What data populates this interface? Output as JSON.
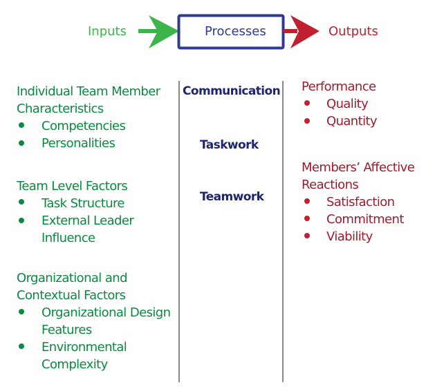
{
  "colors": {
    "inputs": "#3db54a",
    "inputs_text": "#0a8a3f",
    "processes": "#2e3a93",
    "processes_text": "#1e2470",
    "outputs": "#c0202f",
    "outputs_text": "#9e1b2c"
  },
  "flow": {
    "inputs": "Inputs",
    "processes": "Processes",
    "outputs": "Outputs"
  },
  "inputs": {
    "groups": [
      {
        "title": [
          "Individual Team Member",
          "Characteristics"
        ],
        "items": [
          [
            "Competencies"
          ],
          [
            "Personalities"
          ]
        ]
      },
      {
        "title": [
          "Team Level Factors"
        ],
        "items": [
          [
            "Task Structure"
          ],
          [
            "External Leader",
            "Influence"
          ]
        ]
      },
      {
        "title": [
          "Organizational and",
          "Contextual Factors"
        ],
        "items": [
          [
            "Organizational Design",
            "Features"
          ],
          [
            "Environmental",
            "Complexity"
          ]
        ]
      }
    ]
  },
  "processes": {
    "items": [
      "Communication",
      "Taskwork",
      "Teamwork"
    ]
  },
  "outputs": {
    "groups": [
      {
        "title": [
          "Performance"
        ],
        "items": [
          "Quality",
          "Quantity"
        ]
      },
      {
        "title": [
          "Members’ Affective",
          "Reactions"
        ],
        "items": [
          "Satisfaction",
          "Commitment",
          "Viability"
        ]
      }
    ]
  }
}
